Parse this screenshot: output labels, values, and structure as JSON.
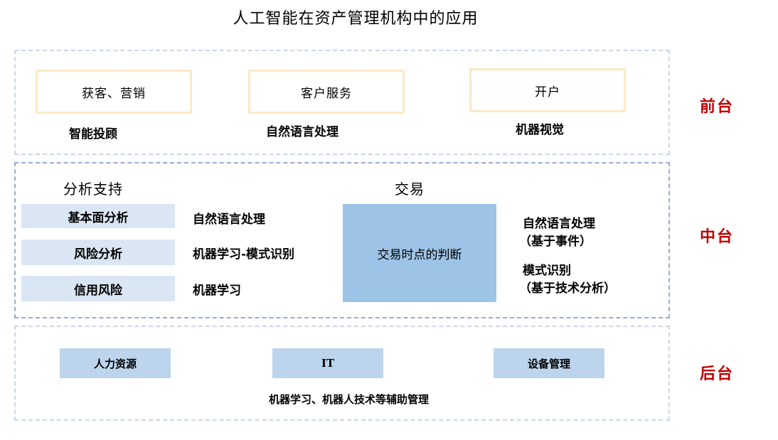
{
  "title": "人工智能在资产管理机构中的应用",
  "tiers": {
    "front": "前台",
    "middle": "中台",
    "back": "后台"
  },
  "front": {
    "boxes": [
      "获客、营销",
      "客户服务",
      "开户"
    ],
    "techs": [
      "智能投顾",
      "自然语言处理",
      "机器视觉"
    ]
  },
  "middle": {
    "analysis_title": "分析支持",
    "analysis_items": [
      {
        "label": "基本面分析",
        "tech": "自然语言处理"
      },
      {
        "label": "风险分析",
        "tech": "机器学习-模式识别"
      },
      {
        "label": "信用风险",
        "tech": "机器学习"
      }
    ],
    "trade_title": "交易",
    "trade_box": "交易时点的判断",
    "trade_tech_1a": "自然语言处理",
    "trade_tech_1b": "（基于事件）",
    "trade_tech_2a": "模式识别",
    "trade_tech_2b": "（基于技术分析）"
  },
  "back": {
    "boxes": [
      "人力资源",
      "IT",
      "设备管理"
    ],
    "note": "机器学习、机器人技术等辅助管理"
  },
  "colors": {
    "tier_label": "#c00000",
    "front_box_border": "#fde9c4",
    "light_blue": "#dbe6f4",
    "trade_box": "#9dc3e6",
    "back_box": "#bcd4ec",
    "dash_light": "#c9d6ea",
    "dash_mid": "#95acd2"
  }
}
